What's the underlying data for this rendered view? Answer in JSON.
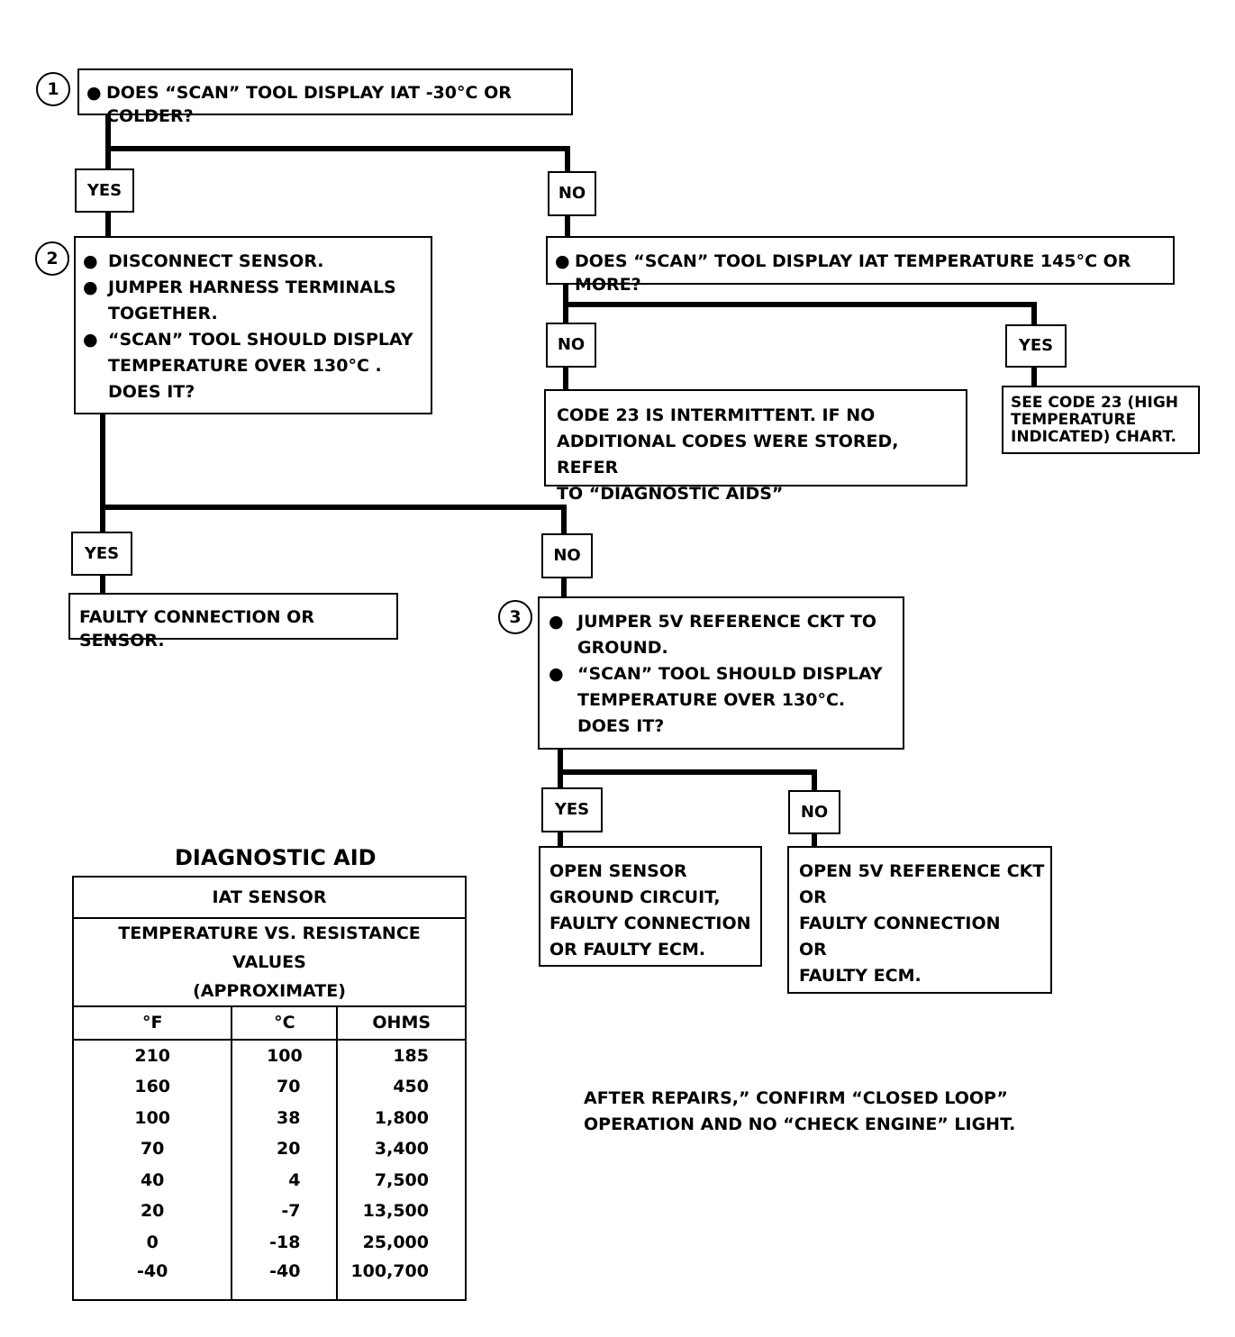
{
  "step1": {
    "number": "1",
    "bullet": "●",
    "question": "DOES “SCAN” TOOL DISPLAY IAT -30°C OR COLDER?"
  },
  "branch1": {
    "yes": "YES",
    "no": "NO"
  },
  "step2": {
    "number": "2",
    "bullet": "●",
    "lines": [
      "DISCONNECT SENSOR.",
      "JUMPER HARNESS TERMINALS",
      "TOGETHER.",
      "“SCAN” TOOL SHOULD DISPLAY",
      "TEMPERATURE OVER 130°C .",
      "DOES IT?"
    ]
  },
  "no_check": {
    "bullet": "●",
    "question": "DOES “SCAN” TOOL DISPLAY IAT TEMPERATURE 145°C OR MORE?"
  },
  "branch_no_check": {
    "no": "NO",
    "yes": "YES"
  },
  "intermittent": {
    "lines": [
      "CODE 23 IS INTERMITTENT.  IF NO",
      "ADDITIONAL CODES WERE STORED, REFER",
      "TO  “DIAGNOSTIC AIDS”"
    ]
  },
  "see_code": {
    "lines": [
      "SEE CODE 23 (HIGH",
      "TEMPERATURE",
      "INDICATED) CHART."
    ]
  },
  "branch2": {
    "yes": "YES",
    "no": "NO"
  },
  "faulty_conn": {
    "text": "FAULTY CONNECTION OR SENSOR."
  },
  "step3": {
    "number": "3",
    "bullet": "●",
    "lines": [
      "JUMPER 5V REFERENCE CKT TO",
      "GROUND.",
      "“SCAN” TOOL SHOULD DISPLAY",
      "TEMPERATURE OVER 130°C.",
      "DOES IT?"
    ]
  },
  "branch3": {
    "yes": "YES",
    "no": "NO"
  },
  "open_sensor": {
    "lines": [
      "OPEN SENSOR",
      "GROUND CIRCUIT,",
      "FAULTY CONNECTION",
      "OR FAULTY ECM."
    ]
  },
  "open_ref": {
    "lines": [
      "OPEN 5V REFERENCE CKT",
      "OR",
      "FAULTY CONNECTION",
      "OR",
      "FAULTY ECM."
    ]
  },
  "diagnostic_aid": {
    "title": "DIAGNOSTIC AID",
    "subtitle": "IAT SENSOR",
    "caption_line1": "TEMPERATURE VS. RESISTANCE VALUES",
    "caption_line2": "(APPROXIMATE)",
    "columns": [
      "°F",
      "°C",
      "OHMS"
    ],
    "rows": [
      [
        "210",
        "100",
        "185"
      ],
      [
        "160",
        "70",
        "450"
      ],
      [
        "100",
        "38",
        "1,800"
      ],
      [
        "70",
        "20",
        "3,400"
      ],
      [
        "40",
        "4",
        "7,500"
      ],
      [
        "20",
        "-7",
        "13,500"
      ],
      [
        "0",
        "-18",
        "25,000"
      ],
      [
        "-40",
        "-40",
        "100,700"
      ]
    ]
  },
  "after_repairs": {
    "lines": [
      "AFTER REPAIRS,” CONFIRM “CLOSED LOOP”",
      "OPERATION AND NO “CHECK ENGINE” LIGHT."
    ]
  }
}
